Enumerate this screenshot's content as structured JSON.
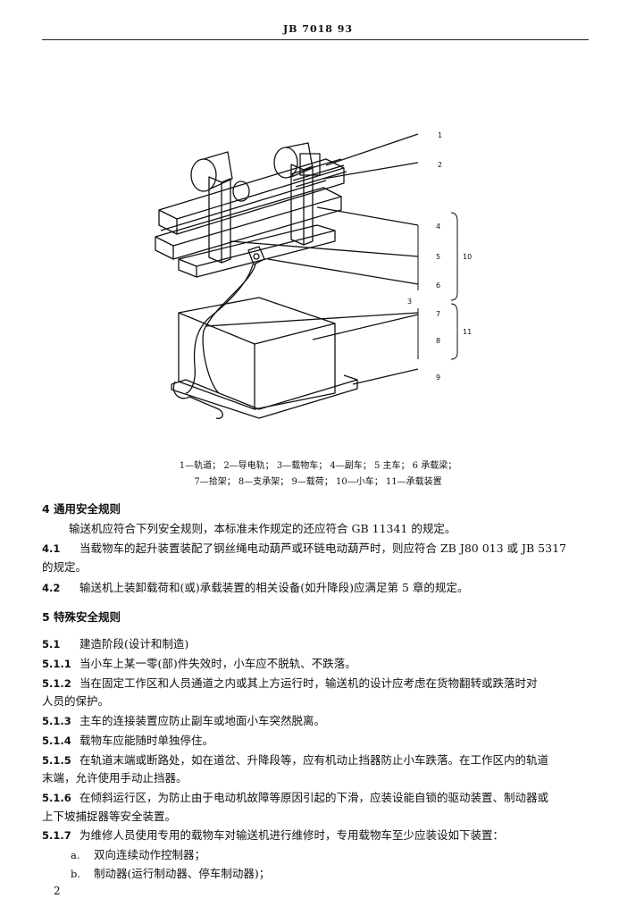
{
  "header": {
    "standard_code": "JB 7018   93"
  },
  "figure": {
    "callouts": [
      "1",
      "2",
      "3",
      "4",
      "5",
      "6",
      "7",
      "8",
      "9",
      "10",
      "11"
    ],
    "legend_line1": "1—轨道；  2—导电轨；  3—载物车；  4—副车；  5   主车；  6   承载梁；",
    "legend_line2": "7—拾架；  8—支承架；  9—载荷；  10—小车；  11—承载装置"
  },
  "body": {
    "s4_title": "4   通用安全规则",
    "s4_intro": "输送机应符合下列安全规则，本标准未作规定的还应符合 GB 11341 的规定。",
    "s4_1_num": "4.1",
    "s4_1_text": "当载物车的起升装置装配了钢丝绳电动葫芦或环链电动葫芦时，则应符合 ZB J80 013 或 JB 5317",
    "s4_1_cont": "的规定。",
    "s4_2_num": "4.2",
    "s4_2_text": "输送机上装卸载荷和(或)承载装置的相关设备(如升降段)应满足第 5 章的规定。",
    "s5_title": "5   特殊安全规则",
    "s5_1_num": "5.1",
    "s5_1_text": "建造阶段(设计和制造)",
    "s5_1_1_num": "5.1.1",
    "s5_1_1_text": "当小车上某一零(部)件失效时，小车应不脱轨、不跌落。",
    "s5_1_2_num": "5.1.2",
    "s5_1_2_text": "当在固定工作区和人员通道之内或其上方运行时，输送机的设计应考虑在货物翻转或跌落时对",
    "s5_1_2_cont": "人员的保护。",
    "s5_1_3_num": "5.1.3",
    "s5_1_3_text": "主车的连接装置应防止副车或地面小车突然脱离。",
    "s5_1_4_num": "5.1.4",
    "s5_1_4_text": "载物车应能随时单独停住。",
    "s5_1_5_num": "5.1.5",
    "s5_1_5_text": "在轨道末端或断路处，如在道岔、升降段等，应有机动止挡器防止小车跌落。在工作区内的轨道",
    "s5_1_5_cont": "末端，允许使用手动止挡器。",
    "s5_1_6_num": "5.1.6",
    "s5_1_6_text": "在倾斜运行区，为防止由于电动机故障等原因引起的下滑，应装设能自锁的驱动装置、制动器或",
    "s5_1_6_cont": "上下坡捕捉器等安全装置。",
    "s5_1_7_num": "5.1.7",
    "s5_1_7_text": "为维修人员使用专用的载物车对输送机进行维修时，专用载物车至少应装设如下装置：",
    "item_a_mark": "a.",
    "item_a_text": "双向连续动作控制器；",
    "item_b_mark": "b.",
    "item_b_text": "制动器(运行制动器、停车制动器)；"
  },
  "footer": {
    "page_number": "2"
  }
}
